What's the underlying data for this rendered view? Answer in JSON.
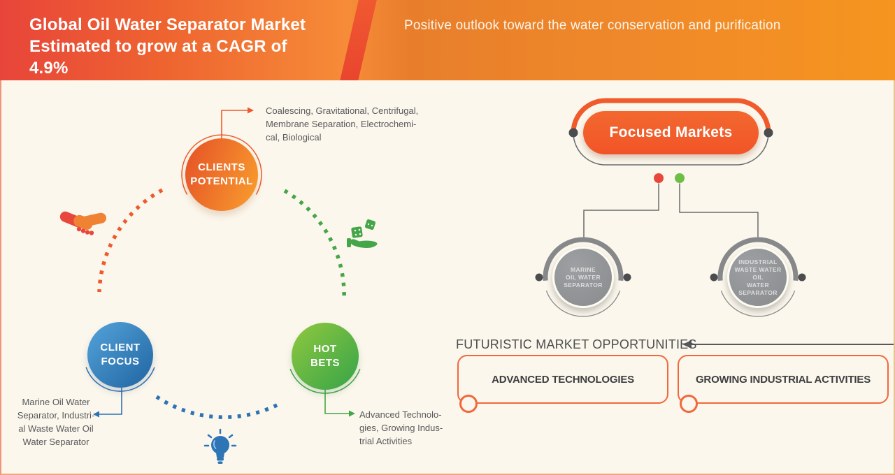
{
  "banner": {
    "title": "Global Oil Water Separator Market\nEstimated to grow at a CAGR of\n4.9%",
    "subtitle": "Positive outlook toward the water conservation and purification"
  },
  "bubbles": {
    "clients_potential": {
      "label": "CLIENTS\nPOTENTIAL",
      "annotation": "Coalescing, Gravitational, Centrifugal,\nMembrane Separation, Electrochemi-\ncal, Biological"
    },
    "client_focus": {
      "label": "CLIENT\nFOCUS",
      "annotation": "Marine Oil Water\nSeparator, Industri-\nal Waste Water Oil\nWater Separator"
    },
    "hot_bets": {
      "label": "HOT\nBETS",
      "annotation": "Advanced Technolo-\ngies, Growing Indus-\ntrial Activities"
    }
  },
  "focused_markets": {
    "title": "Focused Markets",
    "markets": [
      {
        "label": "MARINE\nOIL WATER\nSEPARATOR"
      },
      {
        "label": "INDUSTRIAL\nWASTE WATER OIL\nWATER\nSEPARATOR"
      }
    ]
  },
  "opportunities": {
    "heading": "FUTURISTIC MARKET OPPORTUNITIES",
    "items": [
      {
        "label": "ADVANCED TECHNOLOGIES"
      },
      {
        "label": "GROWING INDUSTRIAL ACTIVITIES"
      }
    ]
  },
  "icons": {
    "left": "handshake-icon",
    "right": "dice-hand-icon",
    "bottom": "lightbulb-icon"
  },
  "colors": {
    "banner_red": "#e8453a",
    "banner_orange": "#f6951f",
    "accent_orange": "#f15b2b",
    "accent_blue": "#2d72b5",
    "accent_green": "#44a648",
    "node_gray": "#8a8c8e",
    "red_dot": "#e8473c",
    "green_dot": "#6cbe45",
    "background": "#fbf7ec"
  }
}
